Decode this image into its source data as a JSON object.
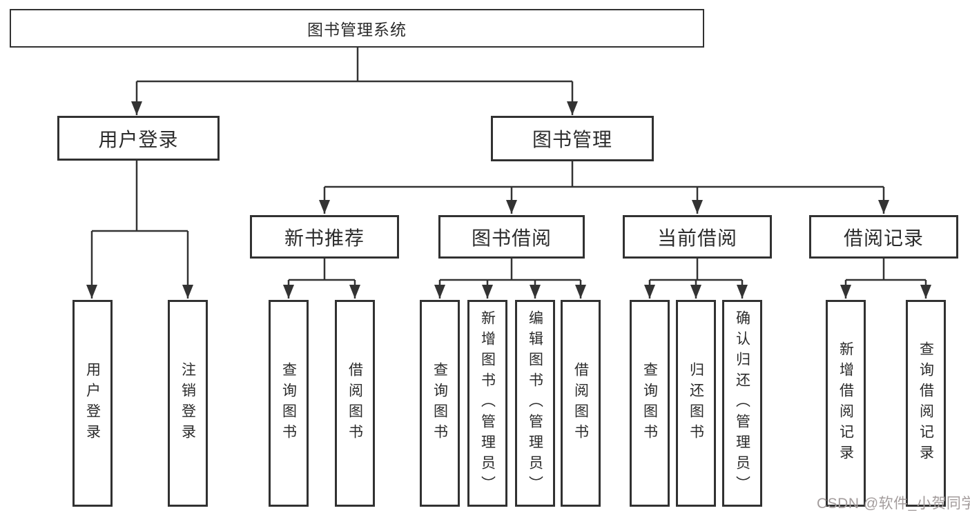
{
  "diagram": {
    "root": {
      "label": "图书管理系统"
    },
    "level1": {
      "user_login": {
        "label": "用户登录"
      },
      "book_mgmt": {
        "label": "图书管理"
      }
    },
    "level2": {
      "new_book_rec": {
        "label": "新书推荐"
      },
      "book_borrow": {
        "label": "图书借阅"
      },
      "current_borrow": {
        "label": "当前借阅"
      },
      "borrow_records": {
        "label": "借阅记录"
      }
    },
    "leaves": {
      "user_login": {
        "label": "用户登录"
      },
      "logout": {
        "label": "注销登录"
      },
      "rec_query_book": {
        "label": "查询图书"
      },
      "rec_borrow_book": {
        "label": "借阅图书"
      },
      "bb_query_book": {
        "label": "查询图书"
      },
      "bb_add_book": {
        "label": "新增图书（管理员）"
      },
      "bb_edit_book": {
        "label": "编辑图书（管理员）"
      },
      "bb_borrow_book": {
        "label": "借阅图书"
      },
      "cur_query_book": {
        "label": "查询图书"
      },
      "cur_return_book": {
        "label": "归还图书"
      },
      "cur_confirm_return": {
        "label": "确认归还（管理员）"
      },
      "rec_add_record": {
        "label": "新增借阅记录"
      },
      "rec_query_record": {
        "label": "查询借阅记录"
      }
    },
    "line_color": "#333333"
  },
  "watermark": {
    "text": "CSDN @软件_小贺同学",
    "color": "#a39c9c"
  }
}
